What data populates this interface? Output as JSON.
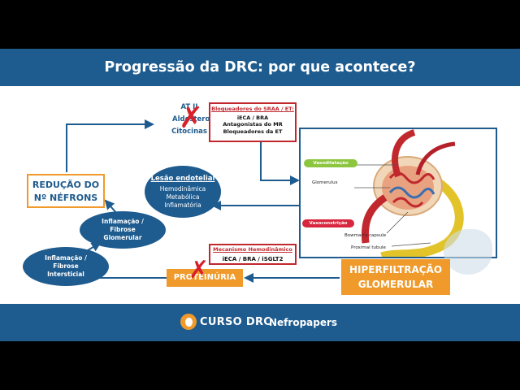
{
  "title": "Progressão da DRC: por que acontece?",
  "nodes": {
    "reducao": [
      "REDUÇÃO DO",
      "Nº NÉFRONS"
    ],
    "at_ii": [
      "AT II",
      "Aldosterona",
      "Citocinas"
    ],
    "bloq_top": {
      "header": "Bloqueadores do SRAA / ET:",
      "lines": [
        "iECA / BRA",
        "Antagonistas do MR",
        "Bloqueadores da ET"
      ]
    },
    "lesao": {
      "header": "Lesão endotelial",
      "lines": [
        "Hemodinâmica",
        "Metabólica",
        "Inflamatória"
      ]
    },
    "inflam_glom": [
      "Inflamação /",
      "Fibrose",
      "Glomerular"
    ],
    "inflam_int": [
      "Inflamação /",
      "Fibrose",
      "Intersticial"
    ],
    "proteinuria": "PROTEINÚRIA",
    "bloq_bottom": {
      "header": "Mecanismo Hemodinâmico",
      "line": "iECA / BRA / iSGLT2"
    },
    "hiperfiltracao": [
      "HIPERFILTRAÇÃO",
      "GLOMERULAR"
    ]
  },
  "figure": {
    "vasodilatacao": "Vasodilatação",
    "glomerulus": "Glomerulus",
    "vasoconstricao": "Vasoconstrição",
    "bowman": "Bowman's capsule",
    "proximal": "Proximal tubule"
  },
  "footer": {
    "brand": "CURSO DRC",
    "sub": "Nefropapers"
  },
  "colors": {
    "blue": "#1e5b8e",
    "orange": "#ef9a2b",
    "red": "#c0282e",
    "green": "#8cc63f"
  }
}
